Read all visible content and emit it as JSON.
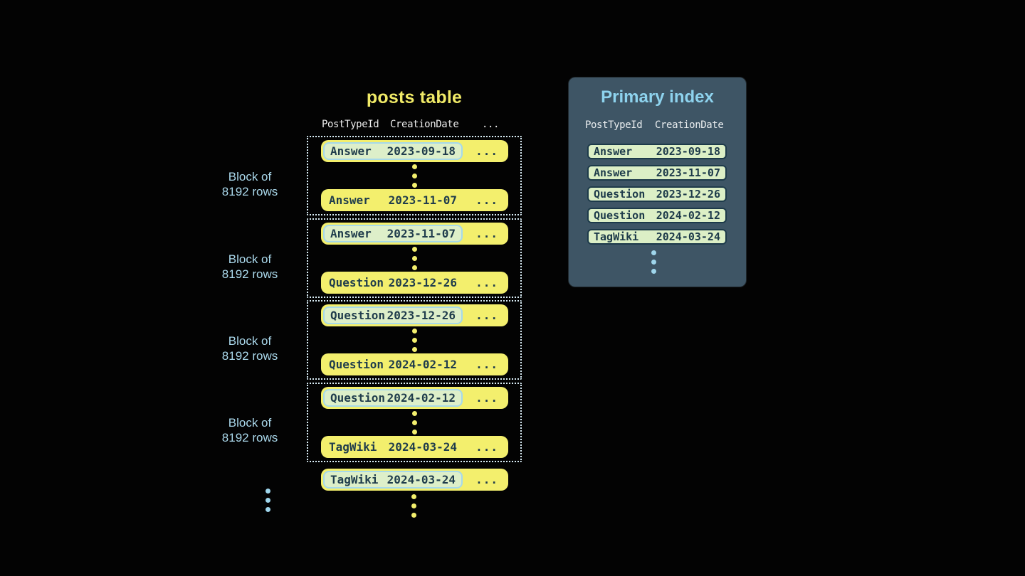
{
  "posts_table": {
    "title": "posts table",
    "headers": {
      "col1": "PostTypeId",
      "col2": "CreationDate",
      "col3": "..."
    },
    "blocks": [
      {
        "label_line1": "Block of",
        "label_line2": "8192 rows",
        "first_row": {
          "type": "Answer",
          "date": "2023-09-18",
          "more": "..."
        },
        "last_row": {
          "type": "Answer",
          "date": "2023-11-07",
          "more": "..."
        }
      },
      {
        "label_line1": "Block of",
        "label_line2": "8192 rows",
        "first_row": {
          "type": "Answer",
          "date": "2023-11-07",
          "more": "..."
        },
        "last_row": {
          "type": "Question",
          "date": "2023-12-26",
          "more": "..."
        }
      },
      {
        "label_line1": "Block of",
        "label_line2": "8192 rows",
        "first_row": {
          "type": "Question",
          "date": "2023-12-26",
          "more": "..."
        },
        "last_row": {
          "type": "Question",
          "date": "2024-02-12",
          "more": "..."
        }
      },
      {
        "label_line1": "Block of",
        "label_line2": "8192 rows",
        "first_row": {
          "type": "Question",
          "date": "2024-02-12",
          "more": "..."
        },
        "last_row": {
          "type": "TagWiki",
          "date": "2024-03-24",
          "more": "..."
        }
      }
    ],
    "overflow_row": {
      "type": "TagWiki",
      "date": "2024-03-24",
      "more": "..."
    }
  },
  "primary_index": {
    "title": "Primary index",
    "headers": {
      "col1": "PostTypeId",
      "col2": "CreationDate"
    },
    "rows": [
      {
        "type": "Answer",
        "date": "2023-09-18"
      },
      {
        "type": "Answer",
        "date": "2023-11-07"
      },
      {
        "type": "Question",
        "date": "2023-12-26"
      },
      {
        "type": "Question",
        "date": "2024-02-12"
      },
      {
        "type": "TagWiki",
        "date": "2024-03-24"
      }
    ]
  },
  "colors": {
    "background": "#030303",
    "row_yellow": "#f3ef6d",
    "row_text_dark": "#1f3c4c",
    "indexed_cell_green": "#ddefc9",
    "indexed_cell_border_blue": "#a6d9ea",
    "panel_background": "#3e5565",
    "panel_title_blue": "#8ed3ee",
    "index_row_green": "#dcefc6",
    "index_row_border": "#1d3a4a",
    "block_label_blue": "#abd9ec",
    "dotted_border": "#d9edf6",
    "title_yellow": "#f0ea67"
  }
}
